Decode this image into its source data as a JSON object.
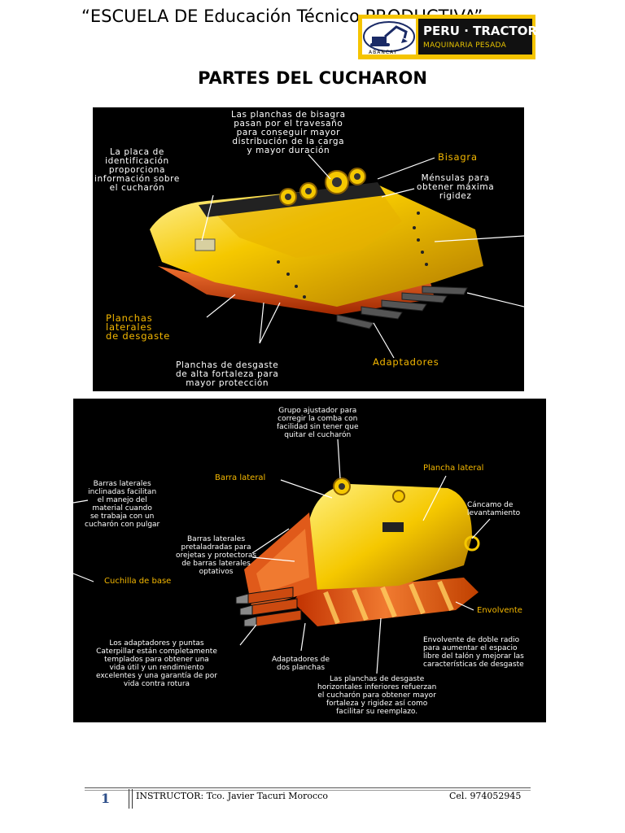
{
  "header": {
    "title": "“ESCUELA DE Educación Técnico PRODUCTIVA”",
    "logo": {
      "brand": "PERU · TRACTORS",
      "tagline": "MAQUINARIA PESADA",
      "small_text": "ABANCAY",
      "icon": "excavator-icon"
    }
  },
  "subtitle": "PARTES DEL CUCHARON",
  "panel1": {
    "labels": {
      "hinge_plates": "Las planchas de bisagra\npasan por el travesaño\npara conseguir mayor\ndistribución de la carga\ny mayor duración",
      "id_plate": "La placa de\nidentificación\nproporciona\ninformación sobre\nel cucharón",
      "hinge": "Bisagra",
      "brackets": "Ménsulas para\nobtener máxima\nrigidez",
      "side_wear": "Planchas\nlaterales\nde desgaste",
      "wear_plates": "Planchas de desgaste\nde alta fortaleza para\nmayor protección",
      "adapters": "Adaptadores"
    }
  },
  "panel2": {
    "labels": {
      "adjuster": "Grupo ajustador para\ncorregir la comba con\nfacilidad sin tener que\nquitar el cucharón",
      "side_bar": "Barra lateral",
      "side_plate": "Plancha lateral",
      "inclined_bars": "Barras laterales\ninclinadas facilitan\nel manejo del\nmaterial cuando\nse trabaja con un\ncucharón con pulgar",
      "lifting_eye": "Cáncamo de\nlevantamiento",
      "predrilled": "Barras laterales\npretaladradas para\norejetas y protectoras\nde barras laterales\noptativos",
      "base_edge": "Cuchilla de base",
      "wrapper": "Envolvente",
      "double_radius": "Envolvente de doble radio\npara aumentar el espacio\nlibre del talón y mejorar las\ncaracterísticas de desgaste",
      "adapters_tips": "Los adaptadores y puntas\nCaterpillar están completamente\ntemplados para obtener una\nvida útil y un rendimiento\nexcelentes y una garantía de por\nvida contra rotura",
      "two_strap": "Adaptadores de\ndos planchas",
      "bottom_wear": "Las planchas de desgaste\nhorizontales inferiores refuerzan\nel cucharón para obtener mayor\nfortaleza y rigidez así como\nfacilitar su reemplazo."
    }
  },
  "footer": {
    "page_number": "1",
    "instructor": "INSTRUCTOR: Tco. Javier Tacuri Morocco",
    "cel": "Cel. 974052945"
  },
  "colors": {
    "bucket_yellow": "#f5c800",
    "label_yellow": "#f5b800",
    "wear_orange": "#e0501a",
    "panel_bg": "#000000",
    "logo_yellow": "#f5c400"
  }
}
